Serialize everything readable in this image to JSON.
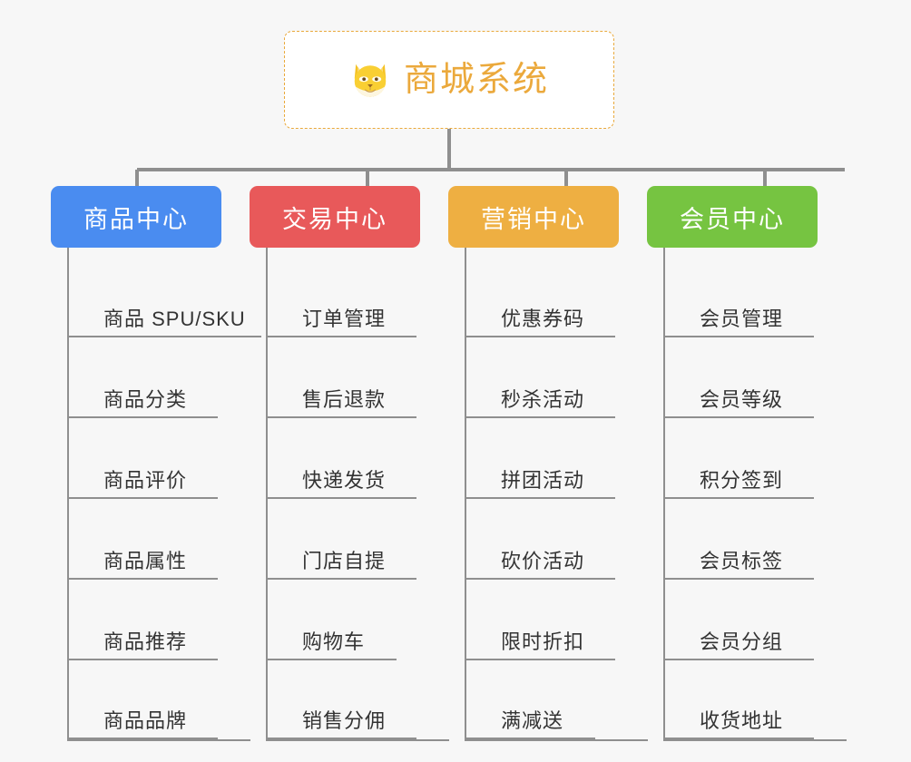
{
  "page": {
    "background_color": "#f7f7f7",
    "line_color": "#8f8f8f"
  },
  "root": {
    "title": "商城系统",
    "icon": "shiba-dog-icon",
    "text_color": "#eba93c",
    "border_color": "#e9a93b",
    "background_color": "#ffffff"
  },
  "branches": [
    {
      "label": "商品中心",
      "color": "#4a8cf0",
      "leaves": [
        {
          "label": "商品 SPU/SKU",
          "underline_width": 212
        },
        {
          "label": "商品分类",
          "underline_width": 164
        },
        {
          "label": "商品评价",
          "underline_width": 164
        },
        {
          "label": "商品属性",
          "underline_width": 164
        },
        {
          "label": "商品推荐",
          "underline_width": 164
        },
        {
          "label": "商品品牌",
          "underline_width": 164
        }
      ]
    },
    {
      "label": "交易中心",
      "color": "#e8595a",
      "leaves": [
        {
          "label": "订单管理",
          "underline_width": 164
        },
        {
          "label": "售后退款",
          "underline_width": 164
        },
        {
          "label": "快递发货",
          "underline_width": 164
        },
        {
          "label": "门店自提",
          "underline_width": 164
        },
        {
          "label": "购物车",
          "underline_width": 142
        },
        {
          "label": "销售分佣",
          "underline_width": 164
        }
      ]
    },
    {
      "label": "营销中心",
      "color": "#eeaf42",
      "leaves": [
        {
          "label": "优惠券码",
          "underline_width": 164
        },
        {
          "label": "秒杀活动",
          "underline_width": 164
        },
        {
          "label": "拼团活动",
          "underline_width": 164
        },
        {
          "label": "砍价活动",
          "underline_width": 164
        },
        {
          "label": "限时折扣",
          "underline_width": 164
        },
        {
          "label": "满减送",
          "underline_width": 142
        }
      ]
    },
    {
      "label": "会员中心",
      "color": "#76c441",
      "leaves": [
        {
          "label": "会员管理",
          "underline_width": 164
        },
        {
          "label": "会员等级",
          "underline_width": 164
        },
        {
          "label": "积分签到",
          "underline_width": 164
        },
        {
          "label": "会员标签",
          "underline_width": 164
        },
        {
          "label": "会员分组",
          "underline_width": 164
        },
        {
          "label": "收货地址",
          "underline_width": 164
        }
      ]
    }
  ]
}
